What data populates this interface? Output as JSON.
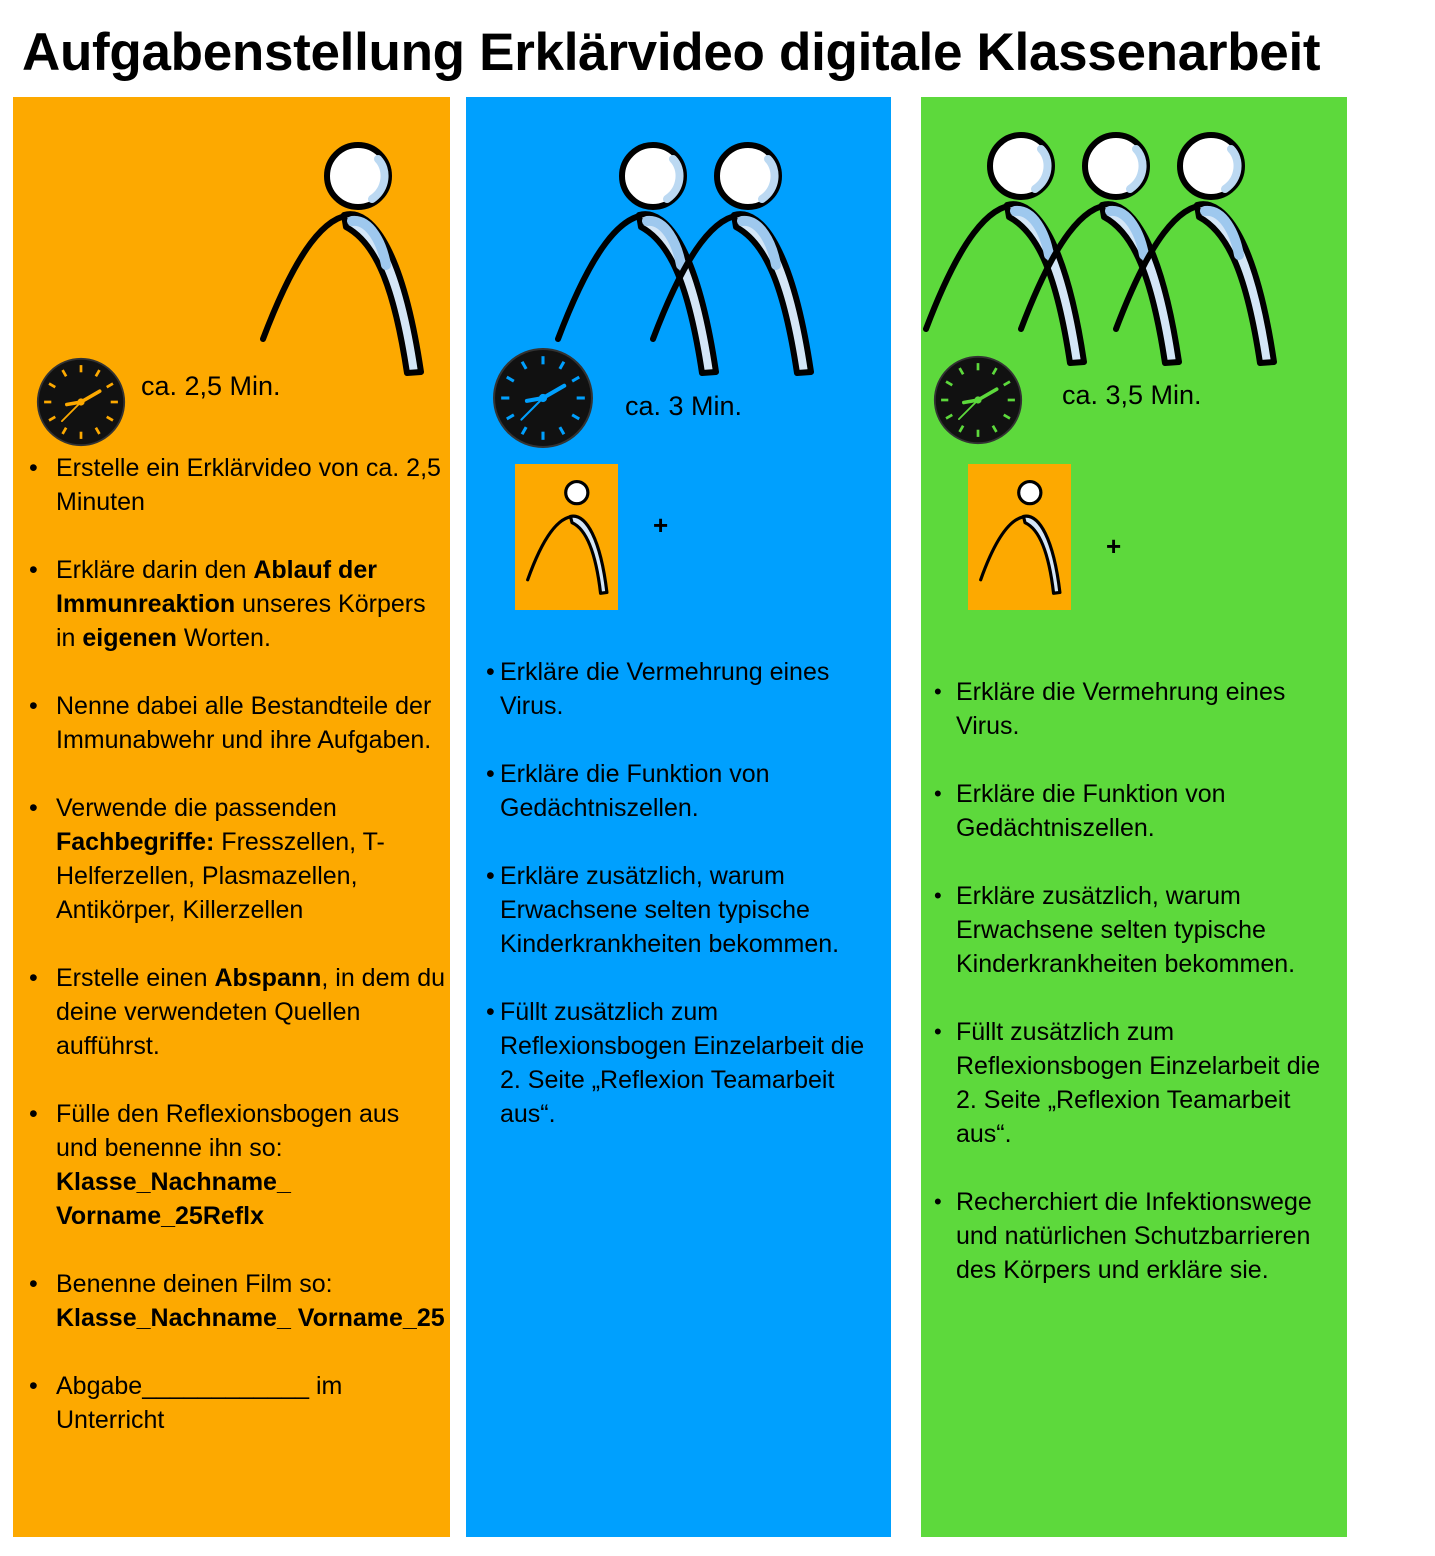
{
  "title": "Aufgabenstellung Erklärvideo digitale Klassenarbeit",
  "colors": {
    "orange": "#FDA900",
    "blue": "#00A0FE",
    "green": "#5DD93C",
    "clock_orange_hands": "#FDA900",
    "clock_blue_hands": "#00A0FE",
    "clock_green_hands": "#5DD93C"
  },
  "columns": [
    {
      "icon": "single-person-icon",
      "duration": "ca. 2,5 Min.",
      "tasks": [
        [
          {
            "t": "Erstelle ein Erklärvideo  von ca. 2,5 Minuten"
          }
        ],
        [
          {
            "t": "Erkläre darin den "
          },
          {
            "t": "Ablauf der Immunreaktion",
            "b": true
          },
          {
            "t": " unseres Körpers in "
          },
          {
            "t": "eigenen",
            "b": true
          },
          {
            "t": " Worten."
          }
        ],
        [
          {
            "t": "Nenne dabei alle Bestandteile der Immunabwehr und ihre Aufgaben."
          }
        ],
        [
          {
            "t": "Verwende die passenden "
          },
          {
            "t": "Fachbegriffe:",
            "b": true
          },
          {
            "t": " Fresszellen,  T-Helferzellen, Plasmazellen, Antikörper, Killerzellen"
          }
        ],
        [
          {
            "t": "Erstelle einen "
          },
          {
            "t": "Abspann",
            "b": true
          },
          {
            "t": ", in dem du deine verwendeten Quellen aufführst."
          }
        ],
        [
          {
            "t": "Fülle den Reflexionsbogen aus und benenne ihn so: "
          },
          {
            "t": "Klasse_Nachname_ Vorname_25Reflx",
            "b": true
          }
        ],
        [
          {
            "t": "Benenne deinen Film so: "
          },
          {
            "t": "Klasse_Nachname_ Vorname_25",
            "b": true
          }
        ],
        [
          {
            "t": "Abgabe____________ im Unterricht"
          }
        ]
      ]
    },
    {
      "icon": "two-persons-icon",
      "duration": "ca. 3 Min.",
      "plus": "+",
      "tasks": [
        [
          {
            "t": "Erkläre die Vermehrung eines Virus."
          }
        ],
        [
          {
            "t": "Erkläre die Funktion von Gedächtniszellen."
          }
        ],
        [
          {
            "t": "Erkläre zusätzlich, warum Erwachsene selten typische Kinderkrankheiten bekommen."
          }
        ],
        [
          {
            "t": "Füllt zusätzlich zum Reflexionsbogen Einzelarbeit die 2. Seite „Reflexion Teamarbeit aus“."
          }
        ]
      ]
    },
    {
      "icon": "three-persons-icon",
      "duration": "ca. 3,5 Min.",
      "plus": "+",
      "tasks": [
        [
          {
            "t": "Erkläre die Vermehrung eines Virus."
          }
        ],
        [
          {
            "t": "Erkläre die Funktion von Gedächtniszellen."
          }
        ],
        [
          {
            "t": "Erkläre zusätzlich, warum Erwachsene selten typische Kinderkrankheiten bekommen."
          }
        ],
        [
          {
            "t": "Füllt zusätzlich zum Reflexionsbogen Einzelarbeit die 2. Seite „Reflexion Teamarbeit aus“."
          }
        ],
        [
          {
            "t": "Recherchiert die Infektionswege und natürlichen Schutzbarrieren des Körpers und erkläre sie."
          }
        ]
      ]
    }
  ]
}
